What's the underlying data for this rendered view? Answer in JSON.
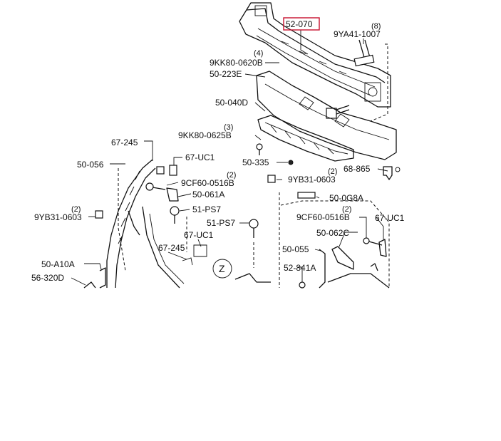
{
  "diagram": {
    "highlighted_part": "52-070",
    "highlight_color": "#c8102e",
    "zone_marker": "Z",
    "parts": [
      {
        "id": "p-52-070",
        "label": "52-070"
      },
      {
        "id": "p-9ya41-1007",
        "label": "9YA41-1007",
        "qty": "(8)"
      },
      {
        "id": "p-9kk80-0620b",
        "label": "9KK80-0620B",
        "qty": "(4)"
      },
      {
        "id": "p-50-223e",
        "label": "50-223E"
      },
      {
        "id": "p-50-040d",
        "label": "50-040D"
      },
      {
        "id": "p-9kk80-0625b",
        "label": "9KK80-0625B",
        "qty": "(3)"
      },
      {
        "id": "p-67-245-top",
        "label": "67-245"
      },
      {
        "id": "p-67-uc1-top",
        "label": "67-UC1"
      },
      {
        "id": "p-50-056",
        "label": "50-056"
      },
      {
        "id": "p-50-335",
        "label": "50-335"
      },
      {
        "id": "p-9cf60-0516b",
        "label": "9CF60-0516B",
        "qty": "(2)"
      },
      {
        "id": "p-9yb31-0603-right",
        "label": "9YB31-0603",
        "qty": "(2)"
      },
      {
        "id": "p-68-865",
        "label": "68-865"
      },
      {
        "id": "p-50-061a",
        "label": "50-061A"
      },
      {
        "id": "p-50-0g8a",
        "label": "50-0G8A"
      },
      {
        "id": "p-51-ps7-top",
        "label": "51-PS7"
      },
      {
        "id": "p-9yb31-0603-left",
        "label": "9YB31-0603",
        "qty": "(2)"
      },
      {
        "id": "p-9cf60-0516b-right",
        "label": "9CF60-0516B",
        "qty": "(2)"
      },
      {
        "id": "p-67-uc1-right",
        "label": "67-UC1"
      },
      {
        "id": "p-51-ps7-bottom",
        "label": "51-PS7"
      },
      {
        "id": "p-67-uc1-mid",
        "label": "67-UC1"
      },
      {
        "id": "p-50-062c",
        "label": "50-062C"
      },
      {
        "id": "p-67-245-mid",
        "label": "67-245"
      },
      {
        "id": "p-50-055",
        "label": "50-055"
      },
      {
        "id": "p-50-a10a",
        "label": "50-A10A"
      },
      {
        "id": "p-52-841a",
        "label": "52-841A"
      },
      {
        "id": "p-56-320d",
        "label": "56-320D"
      }
    ]
  }
}
